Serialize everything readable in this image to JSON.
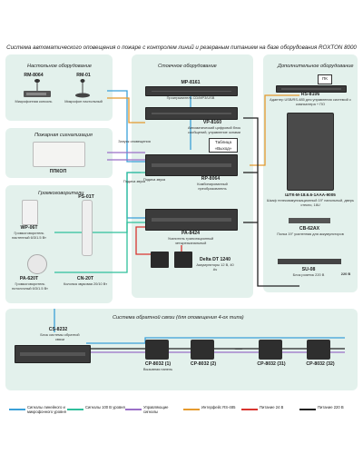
{
  "title": "Система автоматического оповещения о пожаре с контролем линий и резервным питанием на базе оборудования ROXTON 8000",
  "panels": {
    "desktop": "Настольное оборудование",
    "fire": "Пожарная сигнализация",
    "speakers": "Громкоговорители",
    "rack": "Стоечное оборудование",
    "extra": "Дополнительное оборудование",
    "feedback": "Система обратной связи (для оповещения 4-ох типа)"
  },
  "devices": {
    "rm8064": {
      "name": "RM-8064",
      "desc": "Микрофонная консоль"
    },
    "rm01": {
      "name": "RM-01",
      "desc": "Микрофон настольный"
    },
    "pps": {
      "name": "ППКОП"
    },
    "wp06t": {
      "name": "WP-06T",
      "desc": "Громкоговоритель настенный 6/3/1.5 Вт"
    },
    "ps01t": {
      "name": "PS-01T",
      "desc": ""
    },
    "pa620t": {
      "name": "PA-620T",
      "desc": "Громкоговоритель потолочный 6/3/1.5 Вт"
    },
    "cn20t": {
      "name": "CN-20T",
      "desc": "Колонка звуковая 20/10 Вт"
    },
    "mp8161": {
      "name": "MP-8161",
      "desc": "Проигрыватель CD/MP3/USB"
    },
    "vp8160": {
      "name": "VP-8160",
      "desc": "Автоматический цифровой блок сообщений, управление зонами"
    },
    "rp8064": {
      "name": "RP-8064",
      "desc": "Комбинированный преобразователь"
    },
    "pa8424": {
      "name": "PA-8424",
      "desc": "Усилитель трансляционный четырехканальный"
    },
    "delta": {
      "name": "Delta DT 1240",
      "desc": "Аккумуляторы 12 В, 40 Ач"
    },
    "rs8106": {
      "name": "RS-8106",
      "desc": "Адаптер USB/RS-485 для управления системой с компьютера + ПО"
    },
    "pc": {
      "name": "ПК"
    },
    "shtk": {
      "name": "ШТК-М-18.6.6-1ААА-9005",
      "desc": "Шкаф телекоммуникационный 19\" напольный, дверь стекло, 18U"
    },
    "cb62ax": {
      "name": "CB-62AX",
      "desc": "Полка 19\" усиленная для аккумуляторов"
    },
    "su08": {
      "name": "SU-08",
      "desc": "Блок розеток 220 В"
    },
    "cs8232": {
      "name": "CS-8232",
      "desc": "Блок системы обратной связи"
    },
    "cp8032_1": {
      "name": "CP-8032 (1)",
      "desc": "Вызывная панель"
    },
    "cp8032_2": {
      "name": "CP-8032 (2)",
      "desc": ""
    },
    "cp8032_31": {
      "name": "CP-8032 (31)",
      "desc": ""
    },
    "cp8032_32": {
      "name": "CP-8032 (32)",
      "desc": ""
    }
  },
  "annotations": {
    "fire_start": "Запуск оповещения",
    "table_output": "Таблица «Выход»",
    "zones": "Подача звука",
    "sound_feed": "Подача звука",
    "volt220": "220 В",
    "ellipsis": "........"
  },
  "legend": [
    {
      "label": "Сигналы линейного и микрофонного уровня",
      "color": "#3aa0d8"
    },
    {
      "label": "Сигналы 100 В уровня",
      "color": "#2fbf9b"
    },
    {
      "label": "Управляющие сигналы",
      "color": "#9a6fc7"
    },
    {
      "label": "Интерфейс RS-485",
      "color": "#e59a2e"
    },
    {
      "label": "Питание 24 В",
      "color": "#d9352f"
    },
    {
      "label": "Питание 220 В",
      "color": "#222222"
    }
  ]
}
